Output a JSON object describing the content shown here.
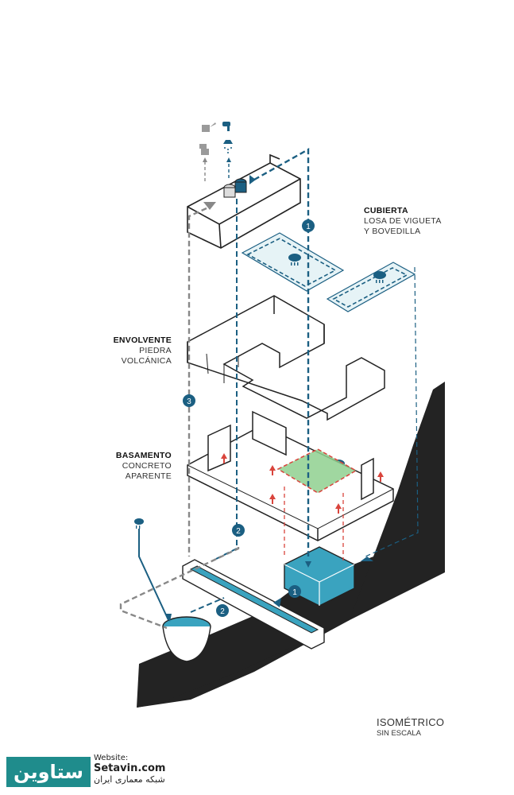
{
  "labels": {
    "cubierta": {
      "title": "CUBIERTA",
      "line1": "LOSA DE VIGUETA",
      "line2": "Y BOVEDILLA"
    },
    "envolvente": {
      "title": "ENVOLVENTE",
      "line1": "PIEDRA",
      "line2": "VOLCÁNICA"
    },
    "basamento": {
      "title": "BASAMENTO",
      "line1": "CONCRETO",
      "line2": "APARENTE"
    }
  },
  "markers": [
    "1",
    "2",
    "3"
  ],
  "footer": {
    "title": "ISOMÉTRICO",
    "subtitle": "SIN ESCALA"
  },
  "watermark": {
    "logo": "ستاوین",
    "website_label": "Website:",
    "website": "Setavin.com",
    "tagline": "شبکه معماری ایران"
  },
  "colors": {
    "accent": "#1b5f82",
    "water": "#3aa3bf",
    "arrow_red": "#d9443c",
    "green": "#7ecb7e",
    "ground": "#222222",
    "logo_bg": "#1f8c8c"
  },
  "icons": [
    "toilet-icon",
    "watering-can-icon",
    "faucet-icon",
    "shower-icon",
    "rain-cloud-icon",
    "water-tank-icon"
  ]
}
